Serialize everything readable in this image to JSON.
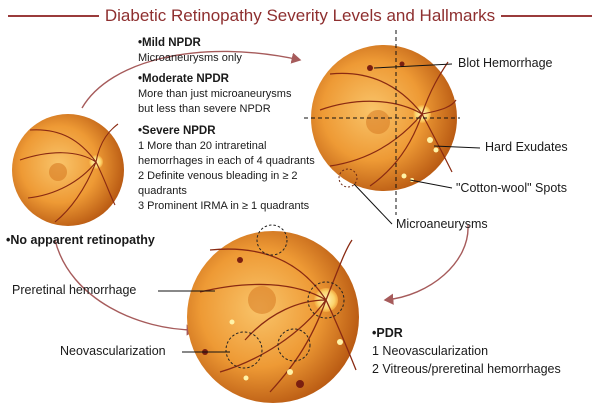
{
  "title": "Diabetic Retinopathy Severity Levels and Hallmarks",
  "stages": {
    "mild": {
      "heading": "•Mild NPDR",
      "lines": [
        "Microaneurysms only"
      ]
    },
    "moderate": {
      "heading": "•Moderate NPDR",
      "lines": [
        "More than just microaneurysms",
        "but less than severe NPDR"
      ]
    },
    "severe": {
      "heading": "•Severe NPDR",
      "lines": [
        "1 More than 20 intraretinal",
        "hemorrhages in each of 4 quadrants",
        "2 Definite venous bleading in ≥ 2",
        "quadrants",
        "3 Prominent IRMA in ≥ 1 quadrants"
      ]
    },
    "none": {
      "heading": "•No apparent retinopathy"
    },
    "pdr": {
      "heading": "•PDR",
      "lines": [
        "1 Neovascularization",
        "2 Vitreous/preretinal hemorrhages"
      ]
    }
  },
  "hallmarks": {
    "blot": "Blot Hemorrhage",
    "exudates": "Hard Exudates",
    "cotton": "\"Cotton-wool\" Spots",
    "micro": "Microaneurysms",
    "preretinal": "Preretinal hemorrhage",
    "neo": "Neovascularization"
  },
  "colors": {
    "title": "#8e2f2f",
    "arrow": "#a65b5b",
    "retina_light": "#f6b04a",
    "retina_dark": "#b8560f",
    "vessel": "#8a2a12"
  }
}
